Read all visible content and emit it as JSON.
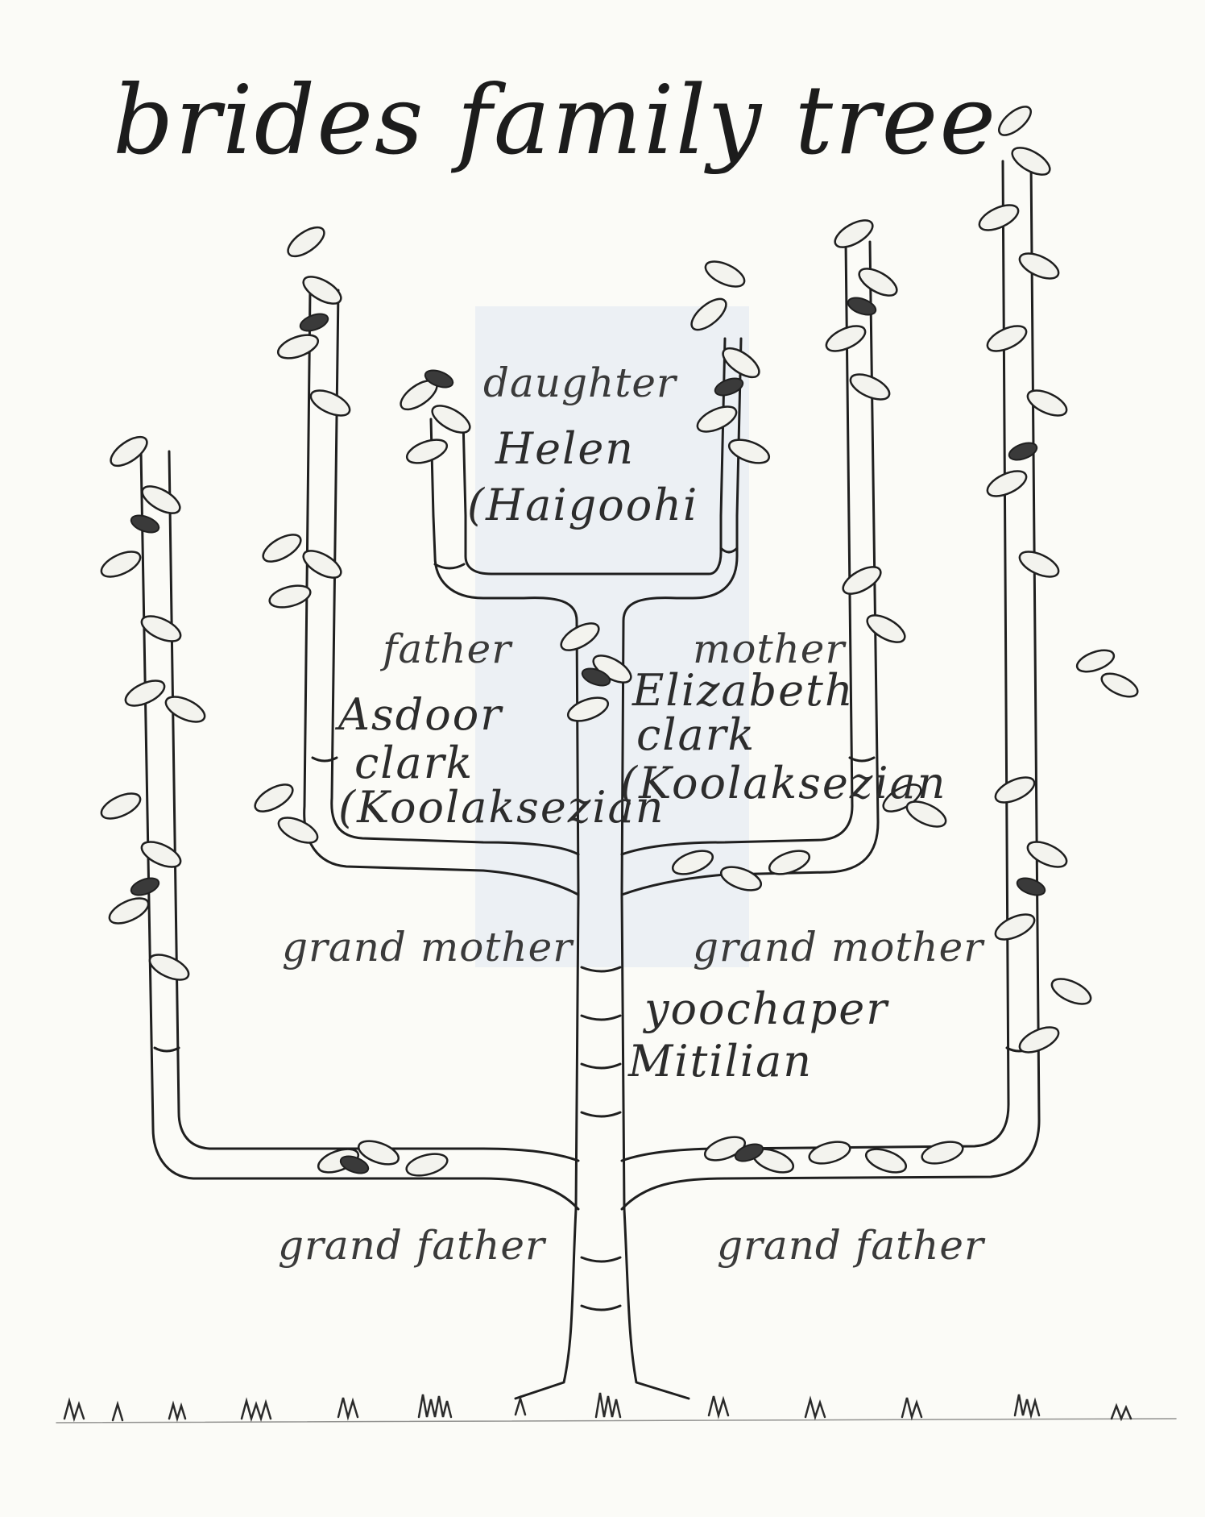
{
  "title": "brides family tree",
  "nodes": {
    "daughter": {
      "role": "daughter",
      "name_line1": "Helen",
      "name_line2": "(Haigoohi"
    },
    "father": {
      "role": "father",
      "name_line1": "Asdoor",
      "name_line2": "clark",
      "name_line3": "(Koolaksezian"
    },
    "mother": {
      "role": "mother",
      "name_line1": "Elizabeth",
      "name_line2": "clark",
      "name_line3": "(Koolaksezian"
    },
    "paternal_grandmother": {
      "role": "grand mother"
    },
    "maternal_grandmother": {
      "role": "grand mother",
      "name_line1": "yoochaper",
      "name_line2": "Mitilian"
    },
    "paternal_grandfather": {
      "role": "grand father"
    },
    "maternal_grandfather": {
      "role": "grand father"
    }
  }
}
